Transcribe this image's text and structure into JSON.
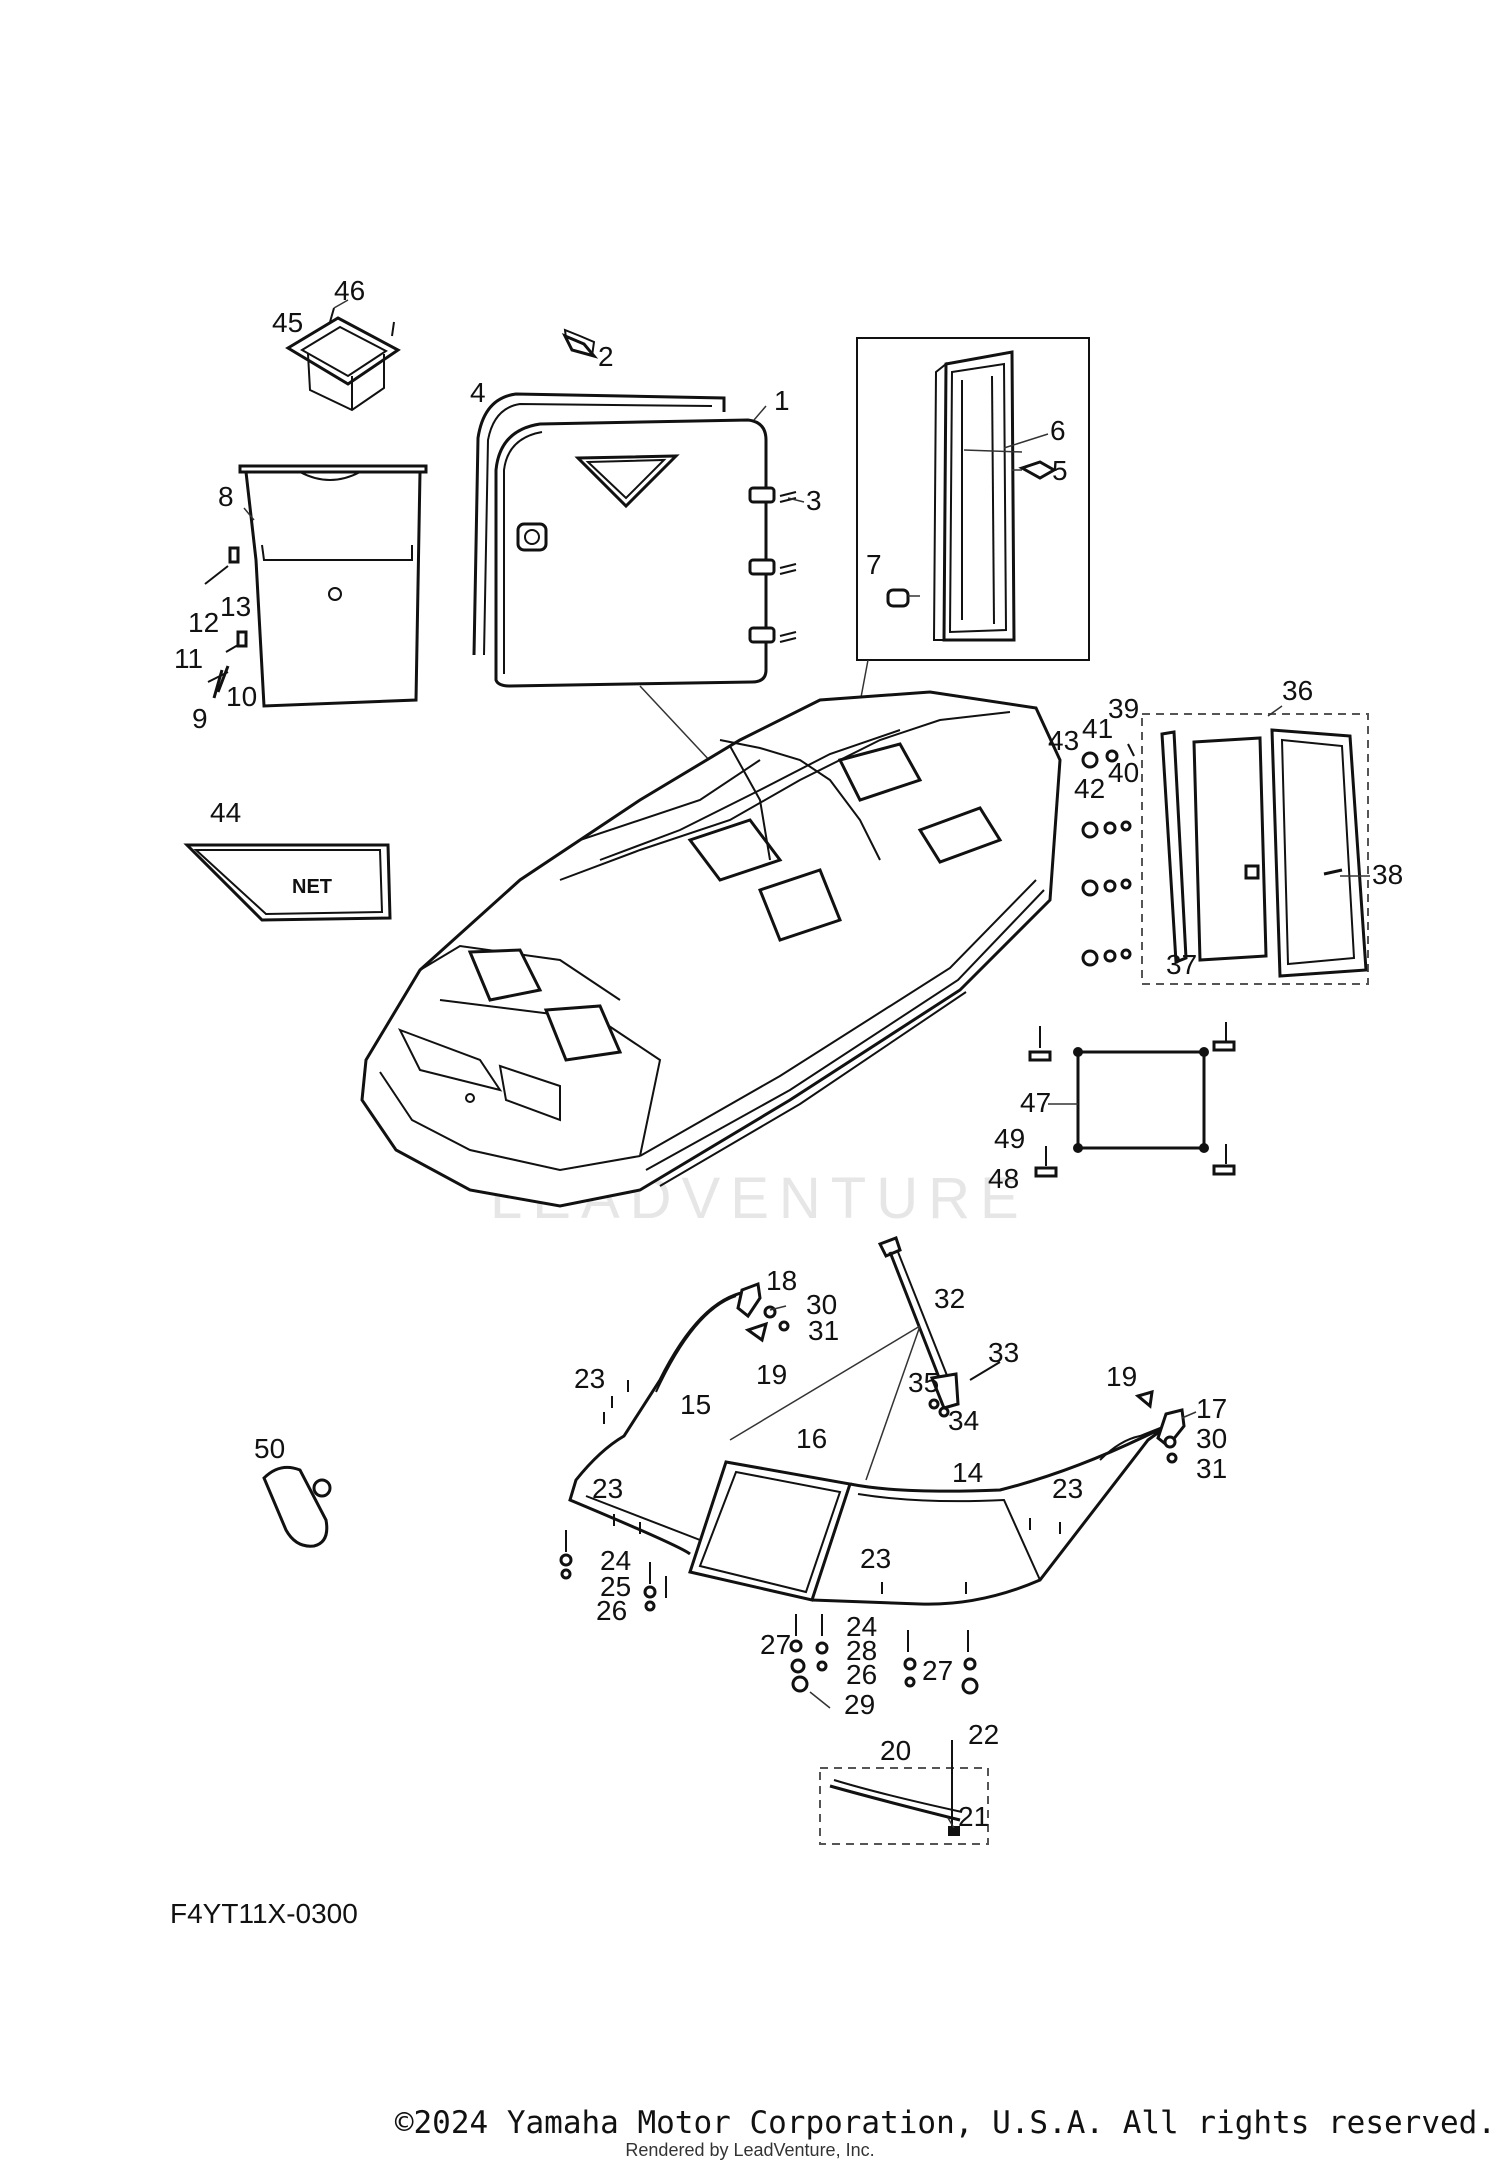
{
  "watermark": "LEADVENTURE",
  "net_label": "NET",
  "diagram_code": "F4YT11X-0300",
  "copyright": "©2024 Yamaha Motor Corporation, U.S.A. All rights reserved.",
  "rendered_by": "Rendered by LeadVenture, Inc.",
  "callouts": {
    "c1": "1",
    "c2": "2",
    "c3": "3",
    "c4": "4",
    "c5": "5",
    "c6": "6",
    "c7": "7",
    "c8": "8",
    "c9": "9",
    "c10": "10",
    "c11": "11",
    "c12": "12",
    "c13": "13",
    "c14": "14",
    "c15": "15",
    "c16": "16",
    "c17": "17",
    "c18": "18",
    "c19a": "19",
    "c19b": "19",
    "c20": "20",
    "c21": "21",
    "c22": "22",
    "c23a": "23",
    "c23b": "23",
    "c23c": "23",
    "c23d": "23",
    "c24a": "24",
    "c24b": "24",
    "c25": "25",
    "c26a": "26",
    "c26b": "26",
    "c27a": "27",
    "c27b": "27",
    "c28": "28",
    "c29": "29",
    "c30a": "30",
    "c30b": "30",
    "c31a": "31",
    "c31b": "31",
    "c32": "32",
    "c33": "33",
    "c34": "34",
    "c35": "35",
    "c36": "36",
    "c37": "37",
    "c38": "38",
    "c39": "39",
    "c40": "40",
    "c41": "41",
    "c42": "42",
    "c43": "43",
    "c44": "44",
    "c45": "45",
    "c46": "46",
    "c47": "47",
    "c48": "48",
    "c49": "49",
    "c50": "50"
  }
}
